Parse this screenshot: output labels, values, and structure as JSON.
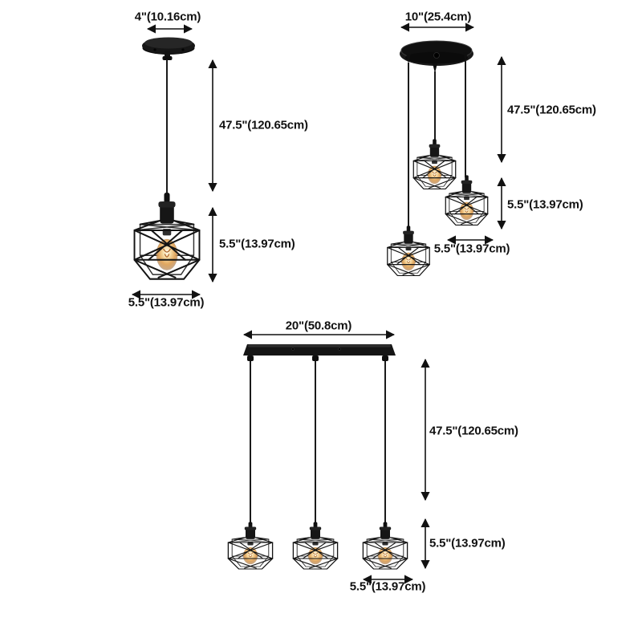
{
  "page": {
    "background": "#ffffff",
    "label_color": "#111111",
    "metal_color": "#141414",
    "bulb_glow_color": "#e8b05e"
  },
  "diagrams": {
    "single": {
      "canopy_width": "4\"(10.16cm)",
      "cord_drop": "47.5\"(120.65cm)",
      "shade_height": "5.5\"(13.97cm)",
      "shade_width": "5.5\"(13.97cm)"
    },
    "cluster": {
      "canopy_width": "10\"(25.4cm)",
      "cord_drop": "47.5\"(120.65cm)",
      "shade_height": "5.5\"(13.97cm)",
      "shade_width": "5.5\"(13.97cm)"
    },
    "linear": {
      "canopy_width": "20\"(50.8cm)",
      "cord_drop": "47.5\"(120.65cm)",
      "shade_height": "5.5\"(13.97cm)",
      "shade_width": "5.5\"(13.97cm)"
    }
  }
}
